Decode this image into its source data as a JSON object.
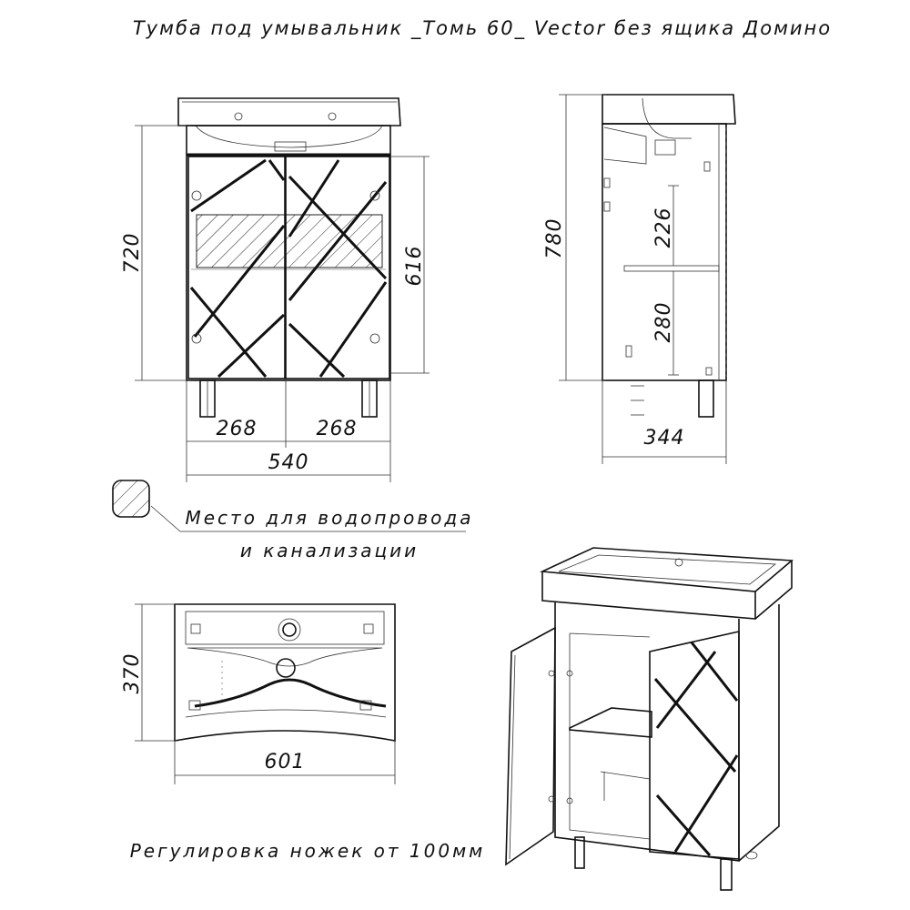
{
  "title": "Тумба под умывальник _Томь 60_ Vector без ящика Домино",
  "dimensions": {
    "front_height": "720",
    "door_height": "616",
    "door_width_left": "268",
    "door_width_right": "268",
    "front_width": "540",
    "side_height": "780",
    "shelf_gap_top": "226",
    "shelf_gap_bottom": "280",
    "side_depth": "344",
    "top_depth": "370",
    "top_width": "601"
  },
  "legend": {
    "line1": "Место для водопровода",
    "line2": "и канализации"
  },
  "footer_note": "Регулировка ножек от 100мм"
}
